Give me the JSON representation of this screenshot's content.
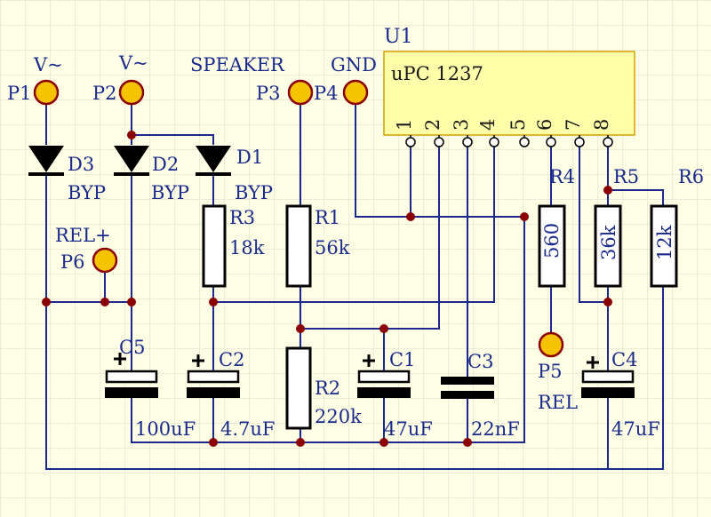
{
  "ic": {
    "designator": "U1",
    "part": "uPC 1237",
    "pins": [
      "1",
      "2",
      "3",
      "4",
      "5",
      "6",
      "7",
      "8"
    ]
  },
  "pads": {
    "p1": {
      "name": "P1",
      "net": "V~"
    },
    "p2": {
      "name": "P2",
      "net": "V~"
    },
    "p3": {
      "name": "P3",
      "net": "SPEAKER"
    },
    "p4": {
      "name": "P4",
      "net": "GND"
    },
    "p5": {
      "name": "P5",
      "net": "REL"
    },
    "p6": {
      "name": "P6",
      "net": "REL+"
    }
  },
  "diodes": {
    "d1": {
      "name": "D1",
      "value": "BYP"
    },
    "d2": {
      "name": "D2",
      "value": "BYP"
    },
    "d3": {
      "name": "D3",
      "value": "BYP"
    }
  },
  "resistors": {
    "r1": {
      "name": "R1",
      "value": "56k"
    },
    "r2": {
      "name": "R2",
      "value": "220k"
    },
    "r3": {
      "name": "R3",
      "value": "18k"
    },
    "r4": {
      "name": "R4",
      "value": "560"
    },
    "r5": {
      "name": "R5",
      "value": "36k"
    },
    "r6": {
      "name": "R6",
      "value": "12k"
    }
  },
  "capacitors": {
    "c1": {
      "name": "C1",
      "value": "47uF"
    },
    "c2": {
      "name": "C2",
      "value": "4.7uF"
    },
    "c3": {
      "name": "C3",
      "value": "22nF"
    },
    "c4": {
      "name": "C4",
      "value": "47uF"
    },
    "c5": {
      "name": "C5",
      "value": "100uF"
    }
  },
  "colors": {
    "background": "#ffffe6",
    "grid": "#d9d9cc",
    "wire": "#1a2a8c",
    "junction": "#8b0000",
    "pad_fill": "#f5c400",
    "pad_stroke": "#8b0000",
    "ic_fill": "#ffffaa",
    "body_stroke": "#000000"
  }
}
